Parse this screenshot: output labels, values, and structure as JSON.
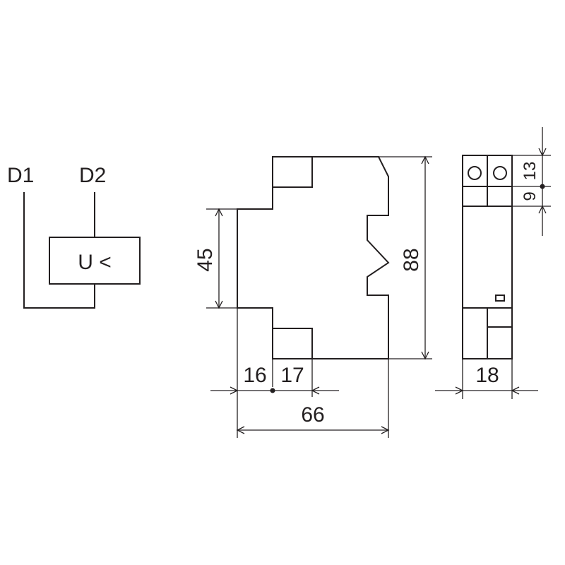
{
  "schematic": {
    "terminal_1": "D1",
    "terminal_2": "D2",
    "relay_label": "U <"
  },
  "front_view": {
    "height_dim": "45",
    "total_height_dim": "88",
    "left_depth_dim": "16",
    "mid_depth_dim": "17",
    "total_depth_dim": "66"
  },
  "side_view": {
    "width_dim": "18",
    "top_dim": "13",
    "second_dim": "9"
  }
}
